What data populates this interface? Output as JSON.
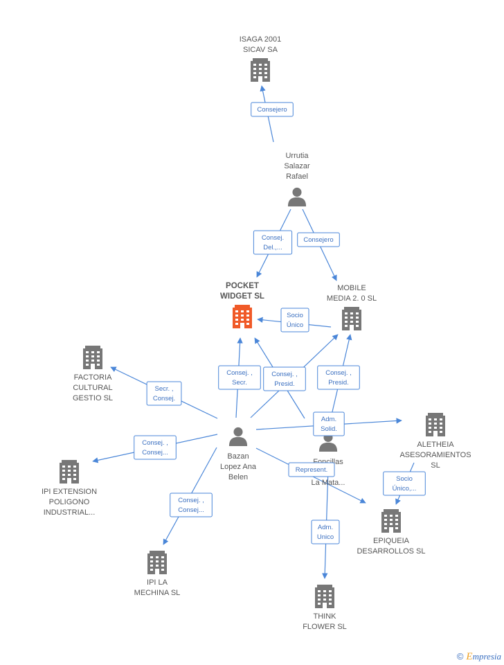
{
  "colors": {
    "edge": "#4a86d8",
    "node": "#777777",
    "main_node": "#f05a28",
    "label": "#555555"
  },
  "nodes": [
    {
      "id": "isaga",
      "type": "company",
      "lines": [
        "ISAGA 2001",
        "SICAV SA"
      ],
      "icon": "building-icon"
    },
    {
      "id": "urrutia",
      "type": "person",
      "lines": [
        "Urrutia",
        "Salazar",
        "Rafael"
      ],
      "icon": "person-icon"
    },
    {
      "id": "pocket",
      "type": "company",
      "main": true,
      "lines": [
        "POCKET",
        "WIDGET SL"
      ],
      "icon": "building-icon"
    },
    {
      "id": "mobile",
      "type": "company",
      "lines": [
        "MOBILE",
        "MEDIA 2. 0 SL"
      ],
      "icon": "building-icon"
    },
    {
      "id": "factoria",
      "type": "company",
      "lines": [
        "FACTORIA",
        "CULTURAL",
        "GESTIO SL"
      ],
      "icon": "building-icon"
    },
    {
      "id": "aletheia",
      "type": "company",
      "lines": [
        "ALETHEIA",
        "ASESORAMIENTOS",
        "SL"
      ],
      "icon": "building-icon"
    },
    {
      "id": "bazan",
      "type": "person",
      "lines": [
        "Bazan",
        "Lopez Ana",
        "Belen"
      ],
      "icon": "person-icon"
    },
    {
      "id": "foncillas",
      "type": "person",
      "lines": [
        "Foncillas",
        "De",
        "La Mata..."
      ],
      "icon": "person-icon"
    },
    {
      "id": "ipi_ext",
      "type": "company",
      "lines": [
        "IPI EXTENSION",
        "POLIGONO",
        "INDUSTRIAL..."
      ],
      "icon": "building-icon"
    },
    {
      "id": "epiqueia",
      "type": "company",
      "lines": [
        "EPIQUEIA",
        "DESARROLLOS SL"
      ],
      "icon": "building-icon"
    },
    {
      "id": "ipi_mechina",
      "type": "company",
      "lines": [
        "IPI LA",
        "MECHINA SL"
      ],
      "icon": "building-icon"
    },
    {
      "id": "think",
      "type": "company",
      "lines": [
        "THINK",
        "FLOWER SL"
      ],
      "icon": "building-icon"
    }
  ],
  "edges": [
    {
      "id": "e1",
      "from": "urrutia",
      "to": "isaga",
      "label": [
        "Consejero"
      ]
    },
    {
      "id": "e2",
      "from": "urrutia",
      "to": "pocket",
      "label": [
        "Consej.",
        "Del.,..."
      ]
    },
    {
      "id": "e3",
      "from": "urrutia",
      "to": "mobile",
      "label": [
        "Consejero"
      ]
    },
    {
      "id": "e4",
      "from": "mobile",
      "to": "pocket",
      "label": [
        "Socio",
        "Único"
      ]
    },
    {
      "id": "e5",
      "from": "bazan",
      "to": "pocket",
      "label": [
        "Consej. ,",
        "Secr."
      ]
    },
    {
      "id": "e6",
      "from": "foncillas",
      "to": "pocket",
      "label": [
        "Consej. ,",
        "Presid."
      ]
    },
    {
      "id": "e7",
      "from": "bazan",
      "to": "mobile",
      "label": []
    },
    {
      "id": "e8",
      "from": "foncillas",
      "to": "mobile",
      "label": [
        "Consej. ,",
        "Presid."
      ]
    },
    {
      "id": "e9",
      "from": "bazan",
      "to": "factoria",
      "label": [
        "Secr. ,",
        "Consej."
      ]
    },
    {
      "id": "e10",
      "from": "bazan",
      "to": "aletheia",
      "label": [
        "Adm.",
        "Solid."
      ]
    },
    {
      "id": "e11",
      "from": "bazan",
      "to": "ipi_ext",
      "label": [
        "Consej. ,",
        "Consej..."
      ]
    },
    {
      "id": "e12",
      "from": "bazan",
      "to": "epiqueia",
      "label": [
        "Represent."
      ]
    },
    {
      "id": "e13",
      "from": "bazan",
      "to": "ipi_mechina",
      "label": [
        "Consej. ,",
        "Consej..."
      ]
    },
    {
      "id": "e14",
      "from": "aletheia",
      "to": "epiqueia",
      "label": [
        "Socio",
        "Único,..."
      ]
    },
    {
      "id": "e15",
      "from": "foncillas",
      "to": "think",
      "label": [
        "Adm.",
        "Unico"
      ]
    }
  ],
  "footer": {
    "copyright": "©",
    "brand_first": "E",
    "brand_rest": "mpresia"
  }
}
